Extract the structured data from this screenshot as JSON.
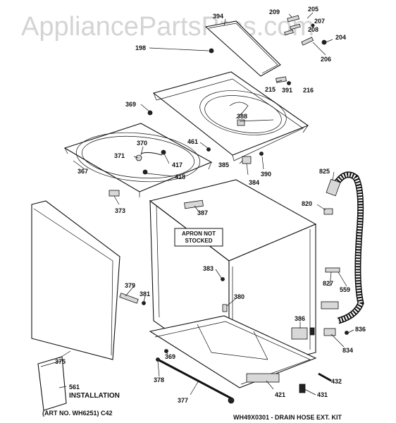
{
  "watermark": "AppliancePartsPros.com",
  "notes": {
    "apron": [
      "APRON NOT",
      "STOCKED"
    ],
    "installation": "INSTALLATION",
    "art_no": "(ART NO. WH6251) C42",
    "drain_kit": "WH49X0301 - DRAIN HOSE EXT. KIT"
  },
  "callouts": [
    {
      "id": "c394",
      "text": "394"
    },
    {
      "id": "c209",
      "text": "209"
    },
    {
      "id": "c205",
      "text": "205"
    },
    {
      "id": "c207",
      "text": "207"
    },
    {
      "id": "c208",
      "text": "208"
    },
    {
      "id": "c204",
      "text": "204"
    },
    {
      "id": "c198",
      "text": "198"
    },
    {
      "id": "c206",
      "text": "206"
    },
    {
      "id": "c215",
      "text": "215"
    },
    {
      "id": "c391",
      "text": "391"
    },
    {
      "id": "c216",
      "text": "216"
    },
    {
      "id": "c369a",
      "text": "369"
    },
    {
      "id": "c388",
      "text": "388"
    },
    {
      "id": "c370",
      "text": "370"
    },
    {
      "id": "c461",
      "text": "461"
    },
    {
      "id": "c371",
      "text": "371"
    },
    {
      "id": "c417",
      "text": "417"
    },
    {
      "id": "c367",
      "text": "367"
    },
    {
      "id": "c385",
      "text": "385"
    },
    {
      "id": "c390",
      "text": "390"
    },
    {
      "id": "c418",
      "text": "418"
    },
    {
      "id": "c825",
      "text": "825"
    },
    {
      "id": "c384",
      "text": "384"
    },
    {
      "id": "c373",
      "text": "373"
    },
    {
      "id": "c387",
      "text": "387"
    },
    {
      "id": "c820",
      "text": "820"
    },
    {
      "id": "c383",
      "text": "383"
    },
    {
      "id": "c379",
      "text": "379"
    },
    {
      "id": "c381",
      "text": "381"
    },
    {
      "id": "c827",
      "text": "827"
    },
    {
      "id": "c559",
      "text": "559"
    },
    {
      "id": "c380",
      "text": "380"
    },
    {
      "id": "c386",
      "text": "386"
    },
    {
      "id": "c836",
      "text": "836"
    },
    {
      "id": "c834",
      "text": "834"
    },
    {
      "id": "c375",
      "text": "375"
    },
    {
      "id": "c369b",
      "text": "369"
    },
    {
      "id": "c378",
      "text": "378"
    },
    {
      "id": "c432",
      "text": "432"
    },
    {
      "id": "c561",
      "text": "561"
    },
    {
      "id": "c421",
      "text": "421"
    },
    {
      "id": "c431",
      "text": "431"
    },
    {
      "id": "c377",
      "text": "377"
    }
  ]
}
